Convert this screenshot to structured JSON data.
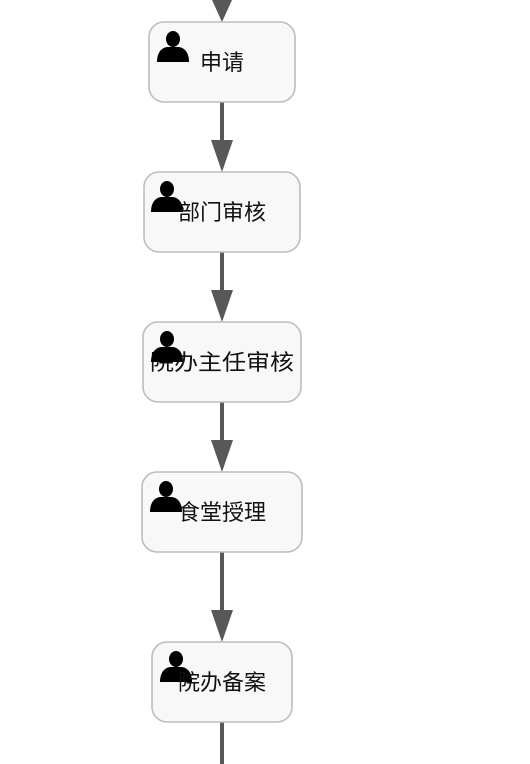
{
  "diagram": {
    "type": "flowchart",
    "direction": "top-to-bottom",
    "colors": {
      "node_fill": "#f8f8f8",
      "node_border": "#bdbdbd",
      "edge": "#585858",
      "user_icon": "#cfb27a",
      "label": "#111111"
    },
    "node_icon": "user-icon",
    "nodes": [
      {
        "id": "n1",
        "label": "申请"
      },
      {
        "id": "n2",
        "label": "部门审核"
      },
      {
        "id": "n3",
        "label": "院办主任审核"
      },
      {
        "id": "n4",
        "label": "食堂授理"
      },
      {
        "id": "n5",
        "label": "院办备案"
      }
    ],
    "edges": [
      {
        "from": "n1",
        "to": "n2"
      },
      {
        "from": "n2",
        "to": "n3"
      },
      {
        "from": "n3",
        "to": "n4"
      },
      {
        "from": "n4",
        "to": "n5"
      }
    ]
  }
}
